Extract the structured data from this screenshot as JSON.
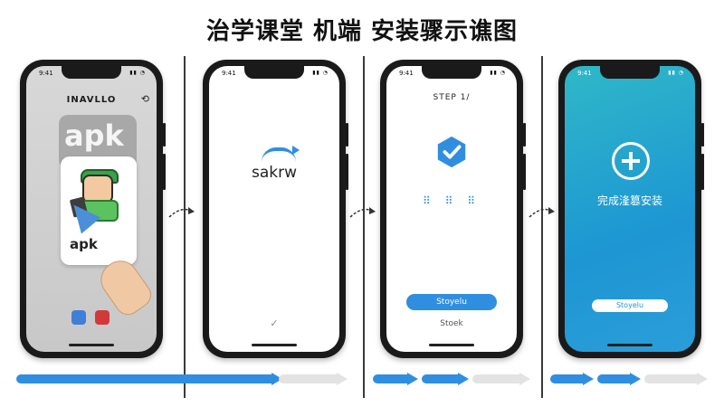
{
  "title": "治学课堂 机端 安装骤示谯图",
  "colors": {
    "accent_blue": "#2f8ee0",
    "teal": "#2fb8c8",
    "gray_bg": "#d0d0d0",
    "progress_inactive": "#e3e3e3"
  },
  "phones": [
    {
      "status_time": "9:41",
      "header": "INAVLLO",
      "menu_icon": "menu-icon",
      "apk_big": "apk",
      "apk_small": "apk",
      "bottom_icons": [
        "app-icon-blue",
        "app-icon-red"
      ]
    },
    {
      "status_time": "9:41",
      "text": "sakrw",
      "checkmark": "✓"
    },
    {
      "status_time": "9:41",
      "step_label": "STEP 1/",
      "dots": "⠿ ⠿ ⠿",
      "button_label": "Stoyelu",
      "sub_label": "Stoek"
    },
    {
      "status_time": "9:41",
      "text": "完成湰篡安装",
      "button_label": "Stoyelu"
    }
  ]
}
